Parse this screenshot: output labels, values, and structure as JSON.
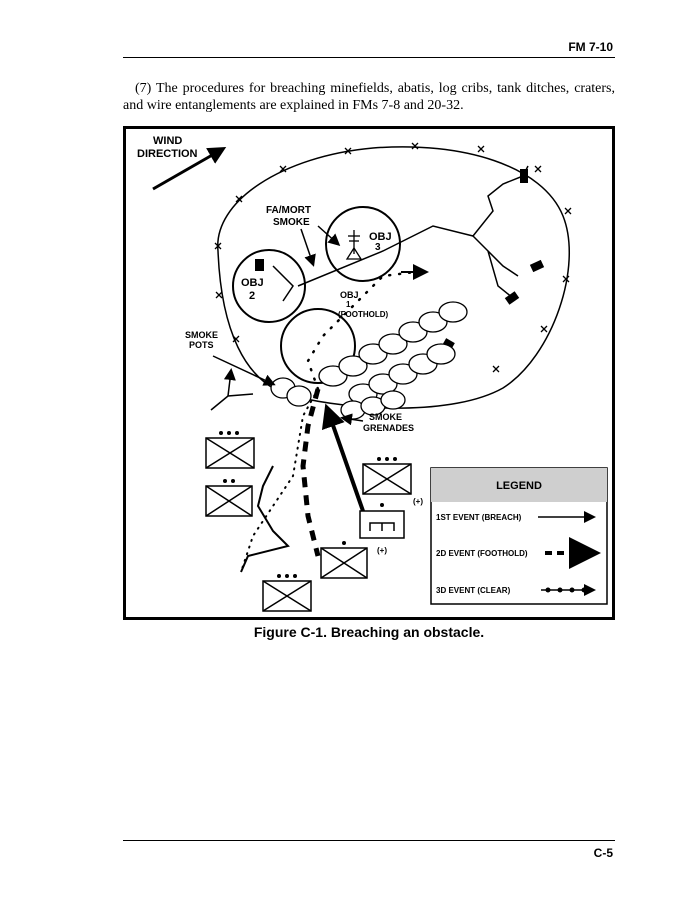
{
  "header": {
    "manual_code": "FM 7-10"
  },
  "body_text": {
    "paragraph": "(7) The procedures for breaching minefields, abatis, log cribs, tank ditches, craters, and wire entanglements are explained in FMs 7-8 and 20-32."
  },
  "figure": {
    "labels": {
      "wind_line1": "WIND",
      "wind_line2": "DIRECTION",
      "famort_line1": "FA/MORT",
      "famort_line2": "SMOKE",
      "obj2_line1": "OBJ",
      "obj2_line2": "2",
      "obj3_line1": "OBJ",
      "obj3_line2": "3",
      "obj1_line1": "OBJ",
      "obj1_line2": "1",
      "obj1_line3": "(FOOTHOLD)",
      "smokepots_line1": "SMOKE",
      "smokepots_line2": "POTS",
      "grenades_line1": "SMOKE",
      "grenades_line2": "GRENADES",
      "plus1": "(+)",
      "plus2": "(+)"
    },
    "legend": {
      "title": "LEGEND",
      "items": [
        {
          "label": "1ST EVENT  (BREACH)",
          "style": "solid"
        },
        {
          "label": "2D EVENT  (FOOTHOLD)",
          "style": "dashed"
        },
        {
          "label": "3D EVENT  (CLEAR)",
          "style": "dotted"
        }
      ]
    },
    "caption": "Figure C-1.  Breaching an obstacle."
  },
  "footer": {
    "page_number": "C-5"
  },
  "colors": {
    "legend_header_bg": "#cfcfcf",
    "ink": "#000000"
  }
}
